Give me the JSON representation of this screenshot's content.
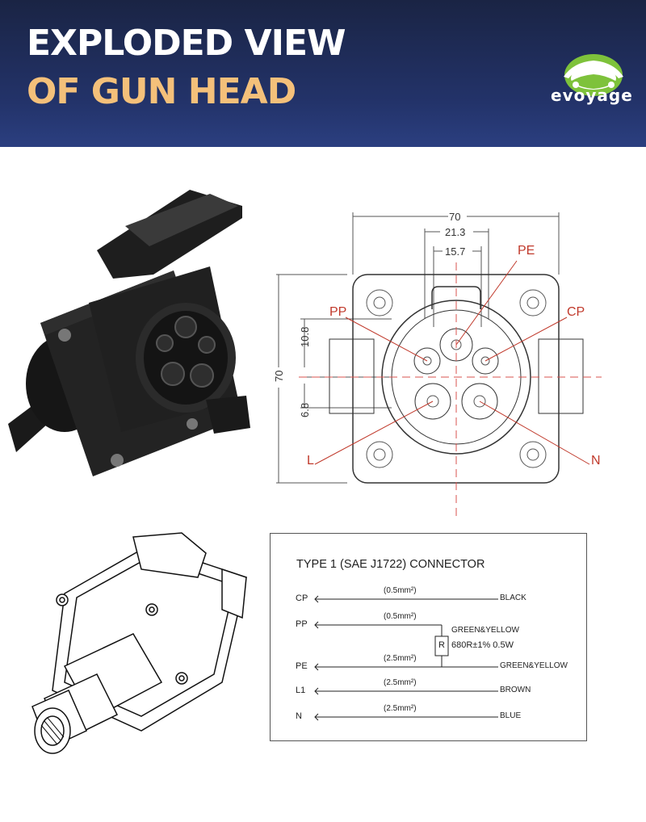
{
  "header": {
    "title_line1": "EXPLODED VIEW",
    "title_line2": "OF GUN HEAD",
    "logo_text": "evoyage",
    "accent_color": "#f4c07a",
    "background_color": "#23336a"
  },
  "drawing": {
    "dim_width_total": "70",
    "dim_width_mid": "21.3",
    "dim_width_inner": "15.7",
    "dim_height_total": "70",
    "dim_upper": "10.8",
    "dim_lower": "6.8",
    "pin_pe": "PE",
    "pin_pp": "PP",
    "pin_cp": "CP",
    "pin_l": "L",
    "pin_n": "N"
  },
  "wiring": {
    "title": "TYPE 1 (SAE J1722) CONNECTOR",
    "rows": [
      {
        "pin": "CP",
        "size": "(0.5mm²)",
        "color": "BLACK"
      },
      {
        "pin": "PP",
        "size": "(0.5mm²)",
        "color": "GREEN&YELLOW"
      },
      {
        "pin": "PE",
        "size": "(2.5mm²)",
        "color": "GREEN&YELLOW"
      },
      {
        "pin": "L1",
        "size": "(2.5mm²)",
        "color": "BROWN"
      },
      {
        "pin": "N",
        "size": "(2.5mm²)",
        "color": "BLUE"
      }
    ],
    "resistor_symbol": "R",
    "resistor_value": "680R±1% 0.5W"
  }
}
